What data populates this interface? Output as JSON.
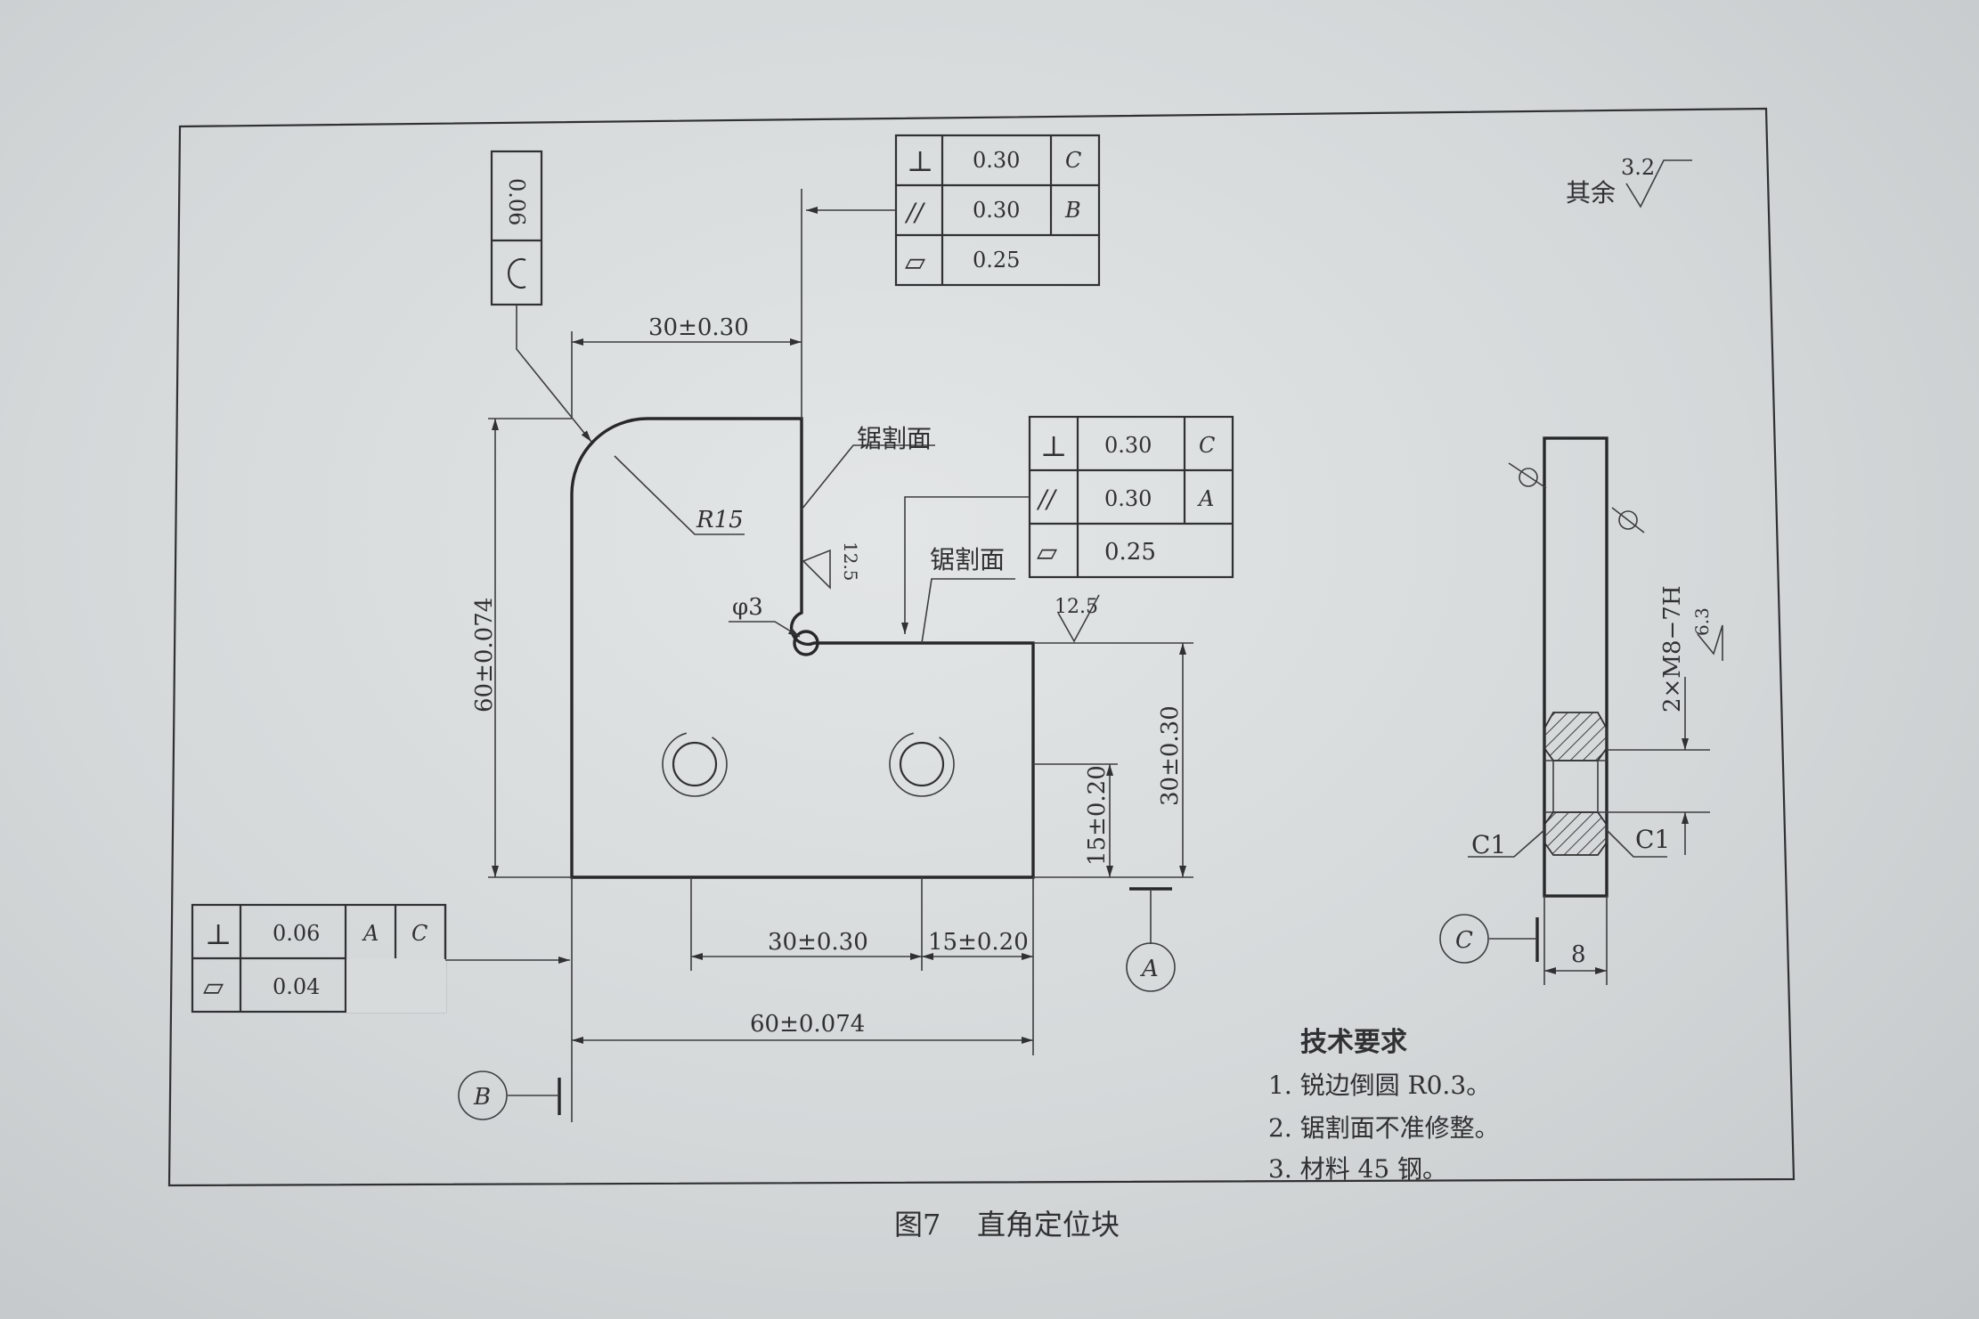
{
  "surface_note": {
    "label": "其余",
    "roughness": "3.2"
  },
  "fcf_top": {
    "rows": [
      {
        "symbol": "⊥",
        "value": "0.30",
        "datum": "C"
      },
      {
        "symbol": "//",
        "value": "0.30",
        "datum": "B"
      },
      {
        "symbol": "▱",
        "value": "0.25",
        "datum": ""
      }
    ]
  },
  "fcf_mid": {
    "rows": [
      {
        "symbol": "⊥",
        "value": "0.30",
        "datum": "C"
      },
      {
        "symbol": "//",
        "value": "0.30",
        "datum": "A"
      },
      {
        "symbol": "▱",
        "value": "0.25",
        "datum": ""
      }
    ]
  },
  "fcf_bottom": {
    "rows": [
      {
        "symbol": "⊥",
        "value": "0.06",
        "datum1": "A",
        "datum2": "C"
      },
      {
        "symbol": "▱",
        "value": "0.04",
        "datum1": "",
        "datum2": ""
      }
    ]
  },
  "fcf_vertical": {
    "value": "0.06",
    "symbol": "⌒"
  },
  "dims": {
    "top_width": "30±0.30",
    "height_left": "60±0.074",
    "radius": "R15",
    "hole": "φ3",
    "right_height": "30±0.30",
    "right_hole_height": "15±0.20",
    "bottom_holes": "30±0.30",
    "bottom_right": "15±0.20",
    "bottom_total": "60±0.074",
    "thickness": "8",
    "thread": "2×M8−7H",
    "chamfer_left": "C1",
    "chamfer_right": "C1"
  },
  "labels": {
    "saw_surface_1": "锯割面",
    "saw_surface_2": "锯割面",
    "rough_125_a": "12.5",
    "rough_125_b": "12.5",
    "rough_63": "6.3",
    "datum_a": "A",
    "datum_b": "B",
    "datum_c": "C"
  },
  "tech_requirements": {
    "title": "技术要求",
    "items": [
      "1. 锐边倒圆 R0.3。",
      "2. 锯割面不准修整。",
      "3. 材料 45 钢。"
    ]
  },
  "caption": "图7    直角定位块"
}
